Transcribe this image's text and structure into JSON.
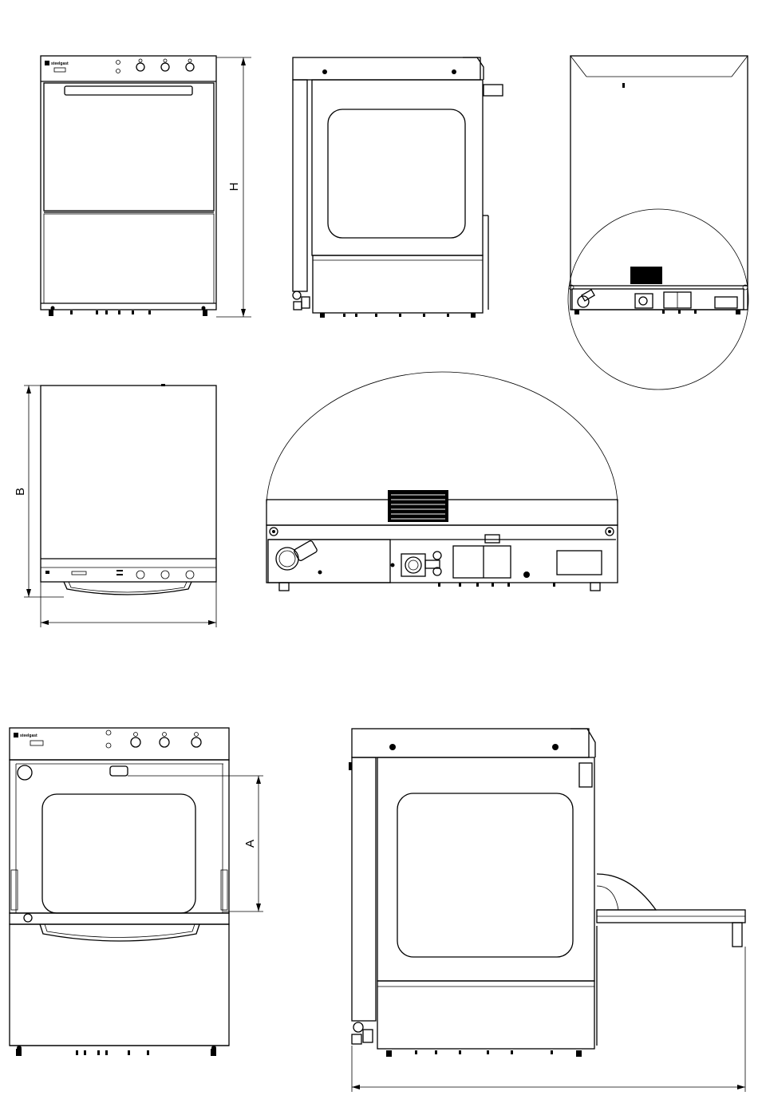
{
  "dimensions": {
    "height_label": "H",
    "depth_label": "B",
    "opening_label": "A"
  },
  "brand": {
    "logo_text": "steelgast"
  },
  "colors": {
    "line": "#000000",
    "background": "#ffffff"
  }
}
